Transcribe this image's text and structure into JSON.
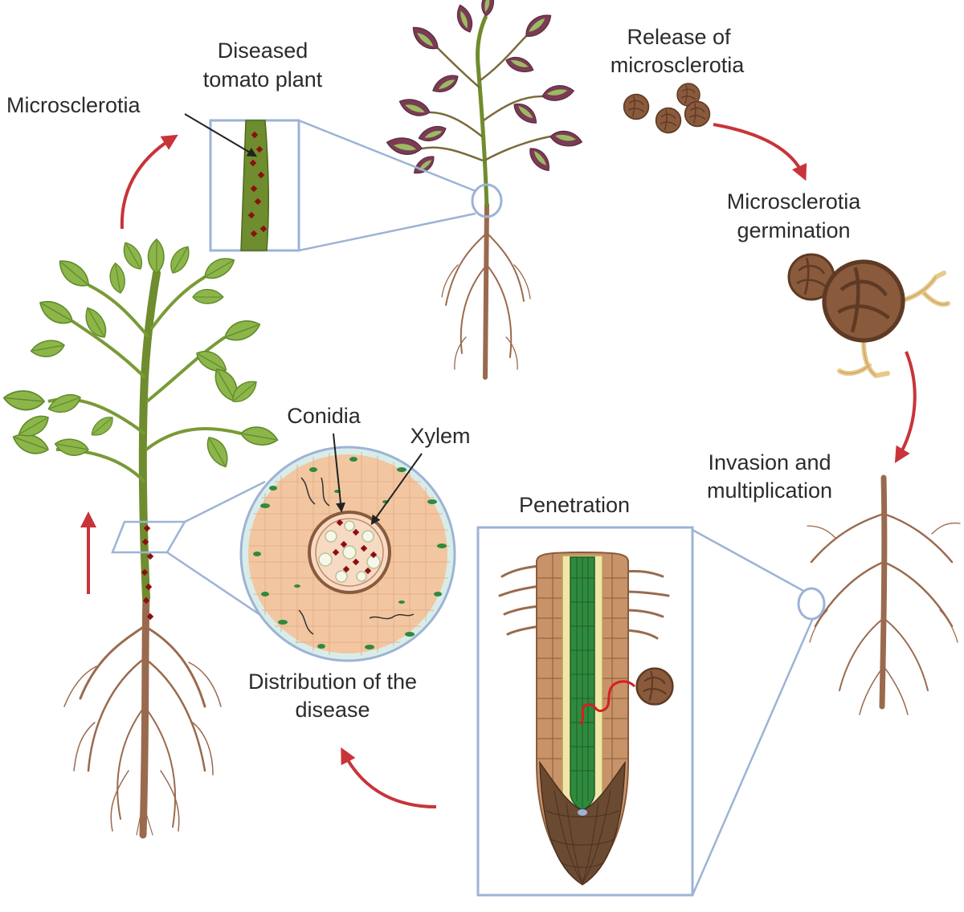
{
  "labels": {
    "microsclerotia": "Microsclerotia",
    "diseased_line1": "Diseased",
    "diseased_line2": "tomato plant",
    "release_line1": "Release of",
    "release_line2": "microsclerotia",
    "germination_line1": "Microsclerotia",
    "germination_line2": "germination",
    "invasion_line1": "Invasion and",
    "invasion_line2": "multiplication",
    "conidia": "Conidia",
    "xylem": "Xylem",
    "penetration": "Penetration",
    "distribution_line1": "Distribution of the",
    "distribution_line2": "disease"
  },
  "colors": {
    "cycle_arrow": "#c8343a",
    "zoom_outline": "#9db3d6",
    "leaf_green": "#8cb54a",
    "leaf_purple": "#7b3b55",
    "stem_green": "#6f8c2e",
    "root_brown": "#9a6a4e",
    "sclerotia_brown": "#8a5a3c",
    "infection_dot": "#8b0f12",
    "vascular_green": "#2f8a3e",
    "cortex_tan": "#f2c6a0"
  },
  "icons": [
    "arrow-icon",
    "microsclerotium-icon",
    "hypha-icon"
  ]
}
